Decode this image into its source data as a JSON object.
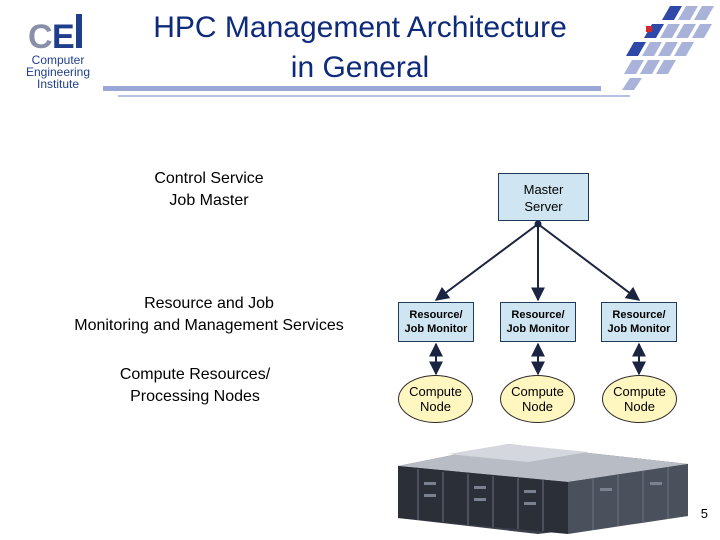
{
  "logo": {
    "mark": "CEI",
    "lines": [
      "Computer",
      "Engineering",
      "Institute"
    ]
  },
  "title": {
    "line1": "HPC Management Architecture",
    "line2": "in General"
  },
  "labels": {
    "control": [
      "Control Service",
      "Job Master"
    ],
    "monitoring": [
      "Resource and Job",
      "Monitoring and Management Services"
    ],
    "compute": [
      "Compute Resources/",
      "Processing Nodes"
    ]
  },
  "diagram": {
    "master": [
      "Master",
      "Server"
    ],
    "monitors": [
      [
        "Resource/",
        "Job Monitor"
      ],
      [
        "Resource/",
        "Job Monitor"
      ],
      [
        "Resource/",
        "Job Monitor"
      ]
    ],
    "nodes": [
      [
        "Compute",
        "Node"
      ],
      [
        "Compute",
        "Node"
      ],
      [
        "Compute",
        "Node"
      ]
    ]
  },
  "colors": {
    "title": "#0e2a7a",
    "box_fill": "#cfe6f2",
    "node_fill": "#fff6c0",
    "rule": "#9aa6d6"
  },
  "page_number": "5"
}
